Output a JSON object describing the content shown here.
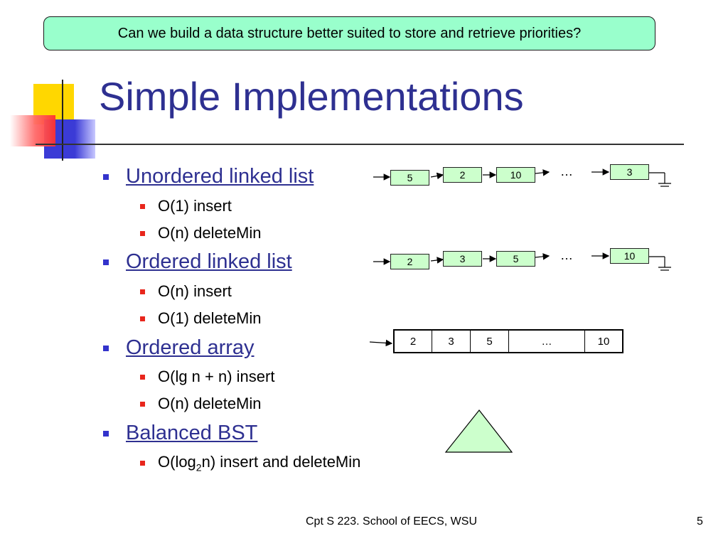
{
  "callout": "Can we build a data structure better suited to store and retrieve priorities?",
  "title": "Simple Implementations",
  "bullets": [
    {
      "label": "Unordered linked list",
      "subs": [
        "O(1) insert",
        "O(n) deleteMin"
      ]
    },
    {
      "label": "Ordered linked list",
      "subs": [
        "O(n) insert",
        "O(1) deleteMin"
      ]
    },
    {
      "label": "Ordered array",
      "subs": [
        "O(lg n + n) insert",
        "O(n) deleteMin"
      ]
    },
    {
      "label": "Balanced BST",
      "subs_html": true,
      "sub_log_prefix": "O(log",
      "sub_log_subscript": "2",
      "sub_log_suffix": "n) insert and deleteMin"
    }
  ],
  "unordered_list_nodes": [
    "5",
    "2",
    "10",
    "3"
  ],
  "ordered_list_nodes": [
    "2",
    "3",
    "5",
    "10"
  ],
  "ellipsis": "…",
  "array_cells": [
    "2",
    "3",
    "5",
    "…",
    "10"
  ],
  "footer": {
    "course": "Cpt S 223. School of EECS, WSU",
    "page": "5"
  },
  "colors": {
    "title": "#2e3091",
    "callout_bg": "#99ffcc",
    "node_bg": "#ccffcc",
    "bullet_l1": "#3333cc",
    "bullet_l2": "#e8261c"
  }
}
